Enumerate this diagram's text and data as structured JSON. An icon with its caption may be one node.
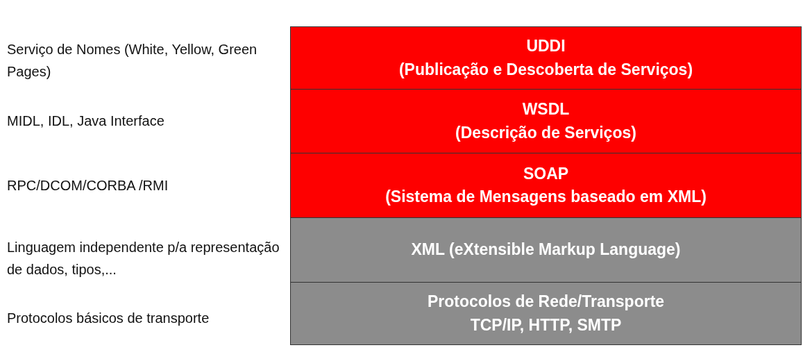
{
  "diagram": {
    "nodes": [
      {
        "text": [
          "UDDI",
          "(Publicação e Descoberta de Serviços)"
        ]
      },
      {
        "text": [
          "WSDL",
          "(Descrição de Serviços)"
        ]
      },
      {
        "text": [
          "SOAP",
          "(Sistema de Mensagens baseado em XML)"
        ]
      },
      {
        "text": [
          "XML (eXtensible Markup Language)"
        ]
      },
      {
        "text": [
          "Protocolos de Rede/Transporte",
          "TCP/IP, HTTP, SMTP"
        ]
      }
    ],
    "labels": [
      "Serviço de Nomes (White, Yellow, Green Pages)",
      "MIDL, IDL, Java Interface",
      "RPC/DCOM/CORBA /RMI",
      "Linguagem independente p/a representação de dados, tipos,...",
      "Protocolos básicos de transporte"
    ]
  }
}
